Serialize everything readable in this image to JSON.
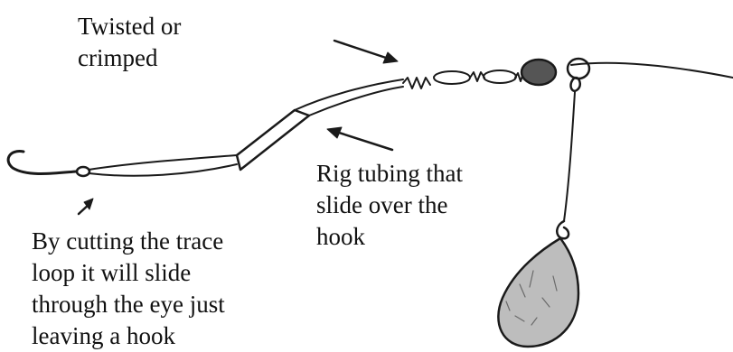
{
  "annotations": {
    "twisted": {
      "lines": [
        "Twisted or",
        "crimped"
      ]
    },
    "tubing": {
      "lines": [
        "Rig tubing that",
        "slide over the",
        "hook"
      ]
    },
    "cutting": {
      "lines": [
        "By cutting the trace",
        "loop it will slide",
        "through the eye just",
        "leaving a hook"
      ]
    }
  },
  "colors": {
    "ink": "#1a1a1a",
    "sinker_fill": "#bdbdbd",
    "bead_fill": "#555555",
    "background": "#ffffff"
  }
}
